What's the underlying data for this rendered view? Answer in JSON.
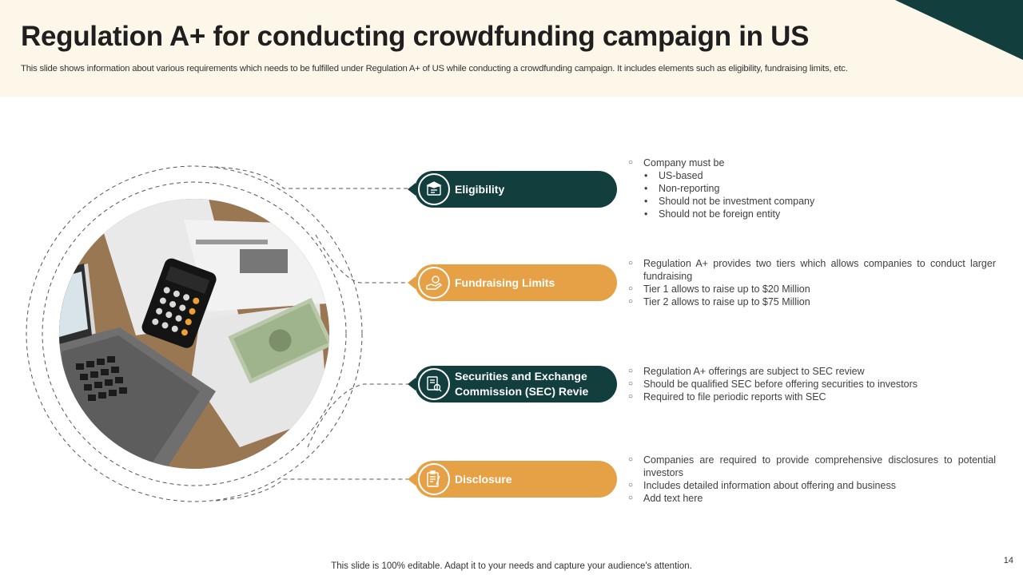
{
  "slide": {
    "title": "Regulation A+ for conducting crowdfunding campaign in US",
    "subtitle": "This slide shows information about various requirements which needs to be fulfilled under Regulation A+ of  US while conducting a crowdfunding campaign. It includes elements such as eligibility, fundraising limits, etc.",
    "footer": "This slide is 100% editable. Adapt it to your needs and capture your audience's attention.",
    "page_number": "14"
  },
  "colors": {
    "dark": "#133e3e",
    "orange": "#e6a045",
    "header_bg": "#fdf7ea"
  },
  "image": {
    "description_icon": "laptop-calculator-money-photo"
  },
  "sections": [
    {
      "label": "Eligibility",
      "icon": "graduation-certificate-icon",
      "items": [
        {
          "text": "Company must be",
          "subs": [
            "US-based",
            "Non-reporting",
            "Should not be investment company",
            "Should not be foreign entity"
          ]
        }
      ]
    },
    {
      "label": "Fundraising Limits",
      "icon": "hand-money-icon",
      "items": [
        {
          "text": "Regulation A+ provides two tiers which allows companies to conduct larger fundraising"
        },
        {
          "text": "Tier 1 allows to raise up to $20 Million"
        },
        {
          "text": "Tier 2 allows to raise up to $75 Million"
        }
      ]
    },
    {
      "label_line1": "Securities and Exchange",
      "label_line2": "Commission (SEC) Revie",
      "icon": "document-review-icon",
      "items": [
        {
          "text": "Regulation A+ offerings are subject to SEC review"
        },
        {
          "text": "Should be qualified SEC before offering securities to investors"
        },
        {
          "text": "Required to file periodic reports with SEC"
        }
      ]
    },
    {
      "label": "Disclosure",
      "icon": "clipboard-pen-icon",
      "items": [
        {
          "text": "Companies are required to provide comprehensive disclosures to potential investors"
        },
        {
          "text": "Includes detailed information about offering and business"
        },
        {
          "text": "Add text here"
        }
      ]
    }
  ]
}
